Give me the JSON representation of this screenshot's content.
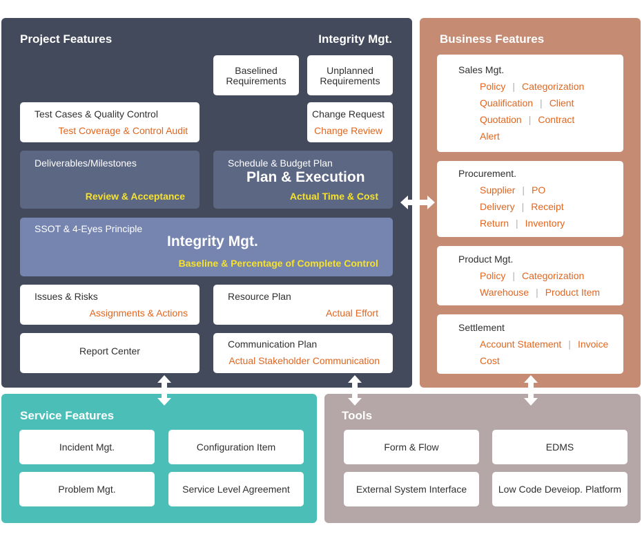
{
  "project": {
    "title": "Project Features",
    "integrity_title": "Integrity Mgt.",
    "baselined": [
      "Baselined",
      "Requirements"
    ],
    "unplanned": [
      "Unplanned",
      "Requirements"
    ],
    "test_cases": {
      "label": "Test Cases & Quality Control",
      "sub": "Test Coverage & Control Audit"
    },
    "change_request": {
      "label": "Change Request",
      "sub": "Change Review"
    },
    "deliverables": {
      "label": "Deliverables/Milestones",
      "sub": "Review & Acceptance"
    },
    "schedule": {
      "label": "Schedule & Budget Plan",
      "big": "Plan & Execution",
      "sub": "Actual Time & Cost"
    },
    "ssot": {
      "label": "SSOT & 4-Eyes Principle",
      "big": "Integrity Mgt.",
      "sub": "Baseline & Percentage of Complete Control"
    },
    "issues": {
      "label": "Issues & Risks",
      "sub": "Assignments & Actions"
    },
    "resource": {
      "label": "Resource Plan",
      "sub": "Actual Effort"
    },
    "report": {
      "label": "Report Center"
    },
    "communication": {
      "label": "Communication Plan",
      "sub": "Actual Stakeholder Communication"
    }
  },
  "business": {
    "title": "Business Features",
    "sales": {
      "label": "Sales Mgt.",
      "rows": [
        [
          "Policy",
          "Categorization"
        ],
        [
          "Qualification",
          "Client"
        ],
        [
          "Quotation",
          "Contract"
        ],
        [
          "Alert"
        ]
      ]
    },
    "procurement": {
      "label": "Procurement.",
      "rows": [
        [
          "Supplier",
          "PO"
        ],
        [
          "Delivery",
          "Receipt"
        ],
        [
          "Return",
          "Inventory"
        ]
      ]
    },
    "product": {
      "label": "Product Mgt.",
      "rows": [
        [
          "Policy",
          "Categorization"
        ],
        [
          "Warehouse",
          "Product Item"
        ]
      ]
    },
    "settlement": {
      "label": "Settlement",
      "rows": [
        [
          "Account Statement",
          "Invoice"
        ],
        [
          "Cost"
        ]
      ]
    }
  },
  "service": {
    "title": "Service Features",
    "items": [
      "Incident Mgt.",
      "Configuration Item",
      "Problem Mgt.",
      "Service Level Agreement"
    ]
  },
  "tools": {
    "title": "Tools",
    "items": [
      "Form & Flow",
      "EDMS",
      "External System Interface",
      "Low Code Deveiop. Platform"
    ]
  },
  "colors": {
    "project_bg": "#434a5b",
    "business_bg": "#c68b73",
    "service_bg": "#4bbfb7",
    "tools_bg": "#b5a6a7",
    "accent_orange": "#e2651d",
    "accent_yellow": "#f7e22b"
  }
}
